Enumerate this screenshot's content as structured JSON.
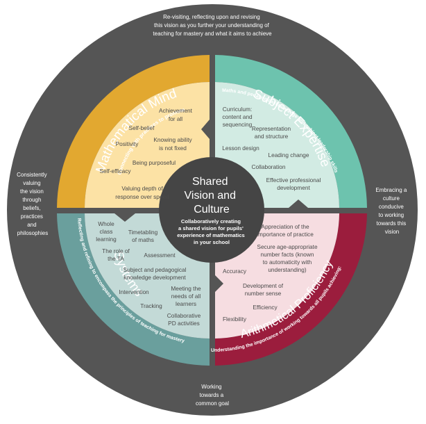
{
  "outer": {
    "top": [
      "Re-visiting, reflecting upon and revising",
      "this vision as you further your understanding of",
      "teaching for mastery and what it aims to achieve"
    ],
    "left": [
      "Consistently",
      "valuing",
      "the vision",
      "through",
      "beliefs,",
      "practices",
      "and",
      "philosophies"
    ],
    "right": [
      "Embracing a",
      "culture",
      "conducive",
      "to working",
      "towards this",
      "vision"
    ],
    "bottom": [
      "Working",
      "towards a",
      "common goal"
    ]
  },
  "center": {
    "title": [
      "Shared",
      "Vision and",
      "Culture"
    ],
    "subtitle": [
      "Collaboratively creating",
      "a shared vision for pupils'",
      "experience of mathematics",
      "in your school"
    ]
  },
  "quadrants": {
    "mindsets": {
      "title": "Mathematical Mindsets",
      "subtitle": "Connecting with practices to promote:",
      "color": "#e2a830",
      "light": "#fce2a5",
      "items": [
        [
          "Achievement",
          "for all"
        ],
        [
          "Self-belief"
        ],
        [
          "Positivity"
        ],
        [
          "Knowing ability",
          "is not fixed"
        ],
        [
          "Being purposeful"
        ],
        [
          "Self-efficacy"
        ],
        [
          "Valuing depth of",
          "response over speed"
        ]
      ]
    },
    "expertise": {
      "title": "Subject Expertise",
      "subtitle": "Maths and pedagogical knowledge and subject leadership skills",
      "color": "#6dc3ae",
      "light": "#d2ebe3",
      "items": [
        [
          "Curriculum:",
          "content and",
          "sequencing"
        ],
        [
          "Representation",
          "and structure"
        ],
        [
          "Lesson design"
        ],
        [
          "Leading change"
        ],
        [
          "Collaboration"
        ],
        [
          "Effective professional",
          "development"
        ]
      ]
    },
    "systems": {
      "title": "Systems",
      "subtitle": "Reflecting and refining to encompass the principles of teaching for mastery",
      "color": "#6a9f9d",
      "light": "#c3dad7",
      "items": [
        [
          "Whole",
          "class",
          "learning"
        ],
        [
          "Timetabling",
          "of maths"
        ],
        [
          "The role of",
          "the TA"
        ],
        [
          "Assessment"
        ],
        [
          "Subject and pedagogical",
          "knowledge development"
        ],
        [
          "Intervention"
        ],
        [
          "Meeting the",
          "needs of all",
          "learners"
        ],
        [
          "Tracking"
        ],
        [
          "Collaborative",
          "PD activities"
        ]
      ]
    },
    "arithmetic": {
      "title": "Arithmetical Proficiency",
      "subtitle": "Understanding the importance of working towards all pupils achieving:",
      "color": "#9b1d3d",
      "light": "#f6dde1",
      "items": [
        [
          "Appreciation of the",
          "importance of practice"
        ],
        [
          "Secure age-appropriate",
          "number facts (known",
          "to automaticity with",
          "understanding)"
        ],
        [
          "Accuracy"
        ],
        [
          "Development of",
          "number sense"
        ],
        [
          "Efficiency"
        ],
        [
          "Flexibility"
        ]
      ]
    }
  },
  "colors": {
    "ring": "#555555",
    "hub": "#454545",
    "gap": "#ffffff"
  }
}
